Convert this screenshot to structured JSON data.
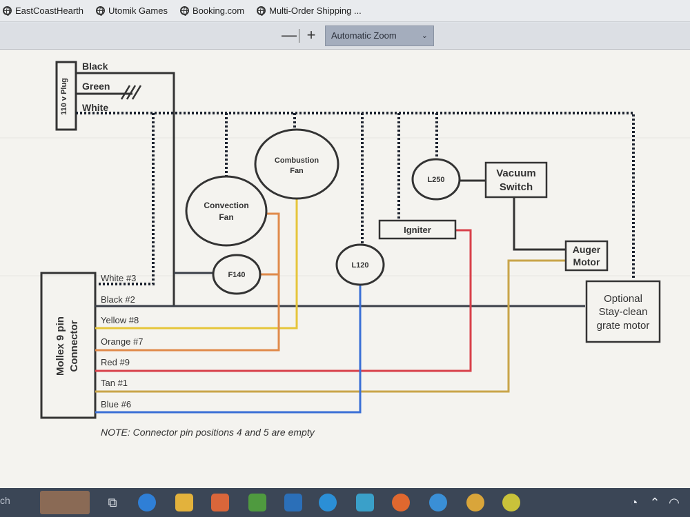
{
  "bookmarks": [
    {
      "label": "EastCoastHearth",
      "icon": "globe-icon"
    },
    {
      "label": "Utomik Games",
      "icon": "globe-icon"
    },
    {
      "label": "Booking.com",
      "icon": "globe-icon"
    },
    {
      "label": "Multi-Order Shipping ...",
      "icon": "globe-icon"
    }
  ],
  "pdf_toolbar": {
    "zoom_out": "—",
    "zoom_in": "+",
    "zoom_select": "Automatic Zoom",
    "chevron": "⌄"
  },
  "diagram": {
    "plug": {
      "label": "110 v Plug"
    },
    "plug_wires": {
      "black": "Black",
      "green": "Green",
      "white": "White"
    },
    "connector": {
      "label_line1": "Mollex 9 pin",
      "label_line2": "Connector"
    },
    "pins": {
      "white": "White #3",
      "black": "Black #2",
      "yellow": "Yellow #8",
      "orange": "Orange #7",
      "red": "Red #9",
      "tan": "Tan #1",
      "blue": "Blue #6"
    },
    "components": {
      "convection_fan": {
        "line1": "Convection",
        "line2": "Fan"
      },
      "combustion_fan": {
        "line1": "Combustion",
        "line2": "Fan"
      },
      "f140": "F140",
      "l120": "L120",
      "l250": "L250",
      "igniter": "Igniter",
      "vacuum_switch": {
        "line1": "Vacuum",
        "line2": "Switch"
      },
      "auger_motor": {
        "line1": "Auger",
        "line2": "Motor"
      },
      "grate_motor": {
        "line1": "Optional",
        "line2": "Stay-clean",
        "line3": "grate motor"
      }
    },
    "note": "NOTE: Connector pin positions 4 and 5 are empty",
    "wire_colors": {
      "black": "#3a3f48",
      "yellow": "#e6c53a",
      "orange": "#e08a4a",
      "red": "#d8404a",
      "tan": "#c9a54a",
      "blue": "#3a6fd6",
      "white_dotted": "#1e2430"
    }
  },
  "taskbar": {
    "search_text": "ch"
  }
}
